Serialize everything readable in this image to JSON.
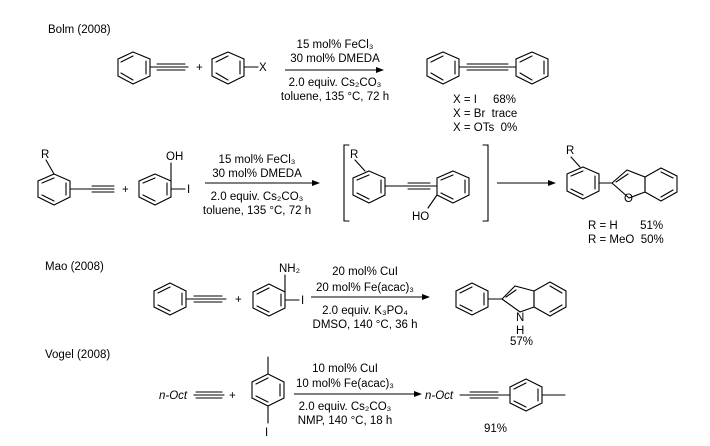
{
  "sections": [
    {
      "citation": "Bolm (2008)",
      "conditions": [
        "15 mol% FeCl₃",
        "30 mol% DMEDA",
        "2.0 equiv. Cs₂CO₃",
        "toluene, 135 °C, 72 h"
      ],
      "substituent": "X",
      "plus": "+",
      "yields": [
        "X = I     68%",
        "X = Br  trace",
        "X = OTs  0%"
      ]
    },
    {
      "substituent": "R",
      "oh_label": "OH",
      "iodo_label": "I",
      "plus": "+",
      "conditions": [
        "15 mol% FeCl₃",
        "30 mol% DMEDA",
        "2.0 equiv. Cs₂CO₃",
        "toluene, 135 °C, 72 h"
      ],
      "intermediate_substituent": "R",
      "intermediate_oh": "HO",
      "product_substituent": "R",
      "product_o": "O",
      "yields": [
        "R = H       51%",
        "R = MeO  50%"
      ]
    },
    {
      "citation": "Mao (2008)",
      "nh2_label": "NH₂",
      "iodo_label": "I",
      "plus": "+",
      "conditions": [
        "20 mol% CuI",
        "20 mol% Fe(acac)₃",
        "2.0 equiv. K₃PO₄",
        "DMSO, 140 °C, 36 h"
      ],
      "product_n": "N",
      "product_h": "H",
      "yield": "57%"
    },
    {
      "citation": "Vogel (2008)",
      "alkyne_prefix": "n-Oct",
      "iodo_label": "I",
      "plus": "+",
      "conditions": [
        "10 mol% CuI",
        "10 mol% Fe(acac)₃",
        "2.0 equiv. Cs₂CO₃",
        "NMP, 140 °C, 18 h"
      ],
      "product_prefix": "n-Oct",
      "yield": "91%"
    }
  ]
}
